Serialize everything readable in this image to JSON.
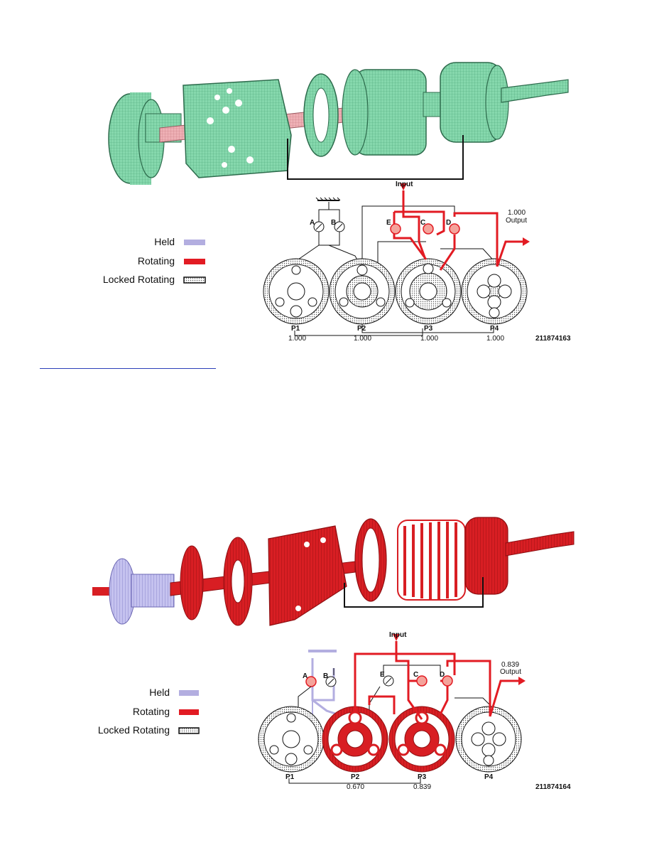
{
  "colors": {
    "held": "#b3aee0",
    "rotating": "#e21b23",
    "locked_rotating_fill": "#cfcfcf",
    "green_part": "#7fd3a8",
    "shaft_pink": "#e9a7ad",
    "red_part": "#d81e23",
    "held_part": "#c5c2ef"
  },
  "legend": {
    "held": "Held",
    "rotating": "Rotating",
    "locked_rotating": "Locked Rotating"
  },
  "figure1": {
    "input_label": "Input",
    "output_label": "Output",
    "output_ratio": "1.000",
    "clutches": [
      "A",
      "B",
      "E",
      "C",
      "D"
    ],
    "planetary_labels": [
      "P1",
      "P2",
      "P3",
      "P4"
    ],
    "planetary_values": [
      "1.000",
      "1.000",
      "1.000",
      "1.000"
    ],
    "figure_id": "211874163"
  },
  "figure2": {
    "input_label": "Input",
    "output_label": "Output",
    "output_ratio": "0.839",
    "clutches": [
      "A",
      "B",
      "E",
      "C",
      "D"
    ],
    "planetary_labels": [
      "P1",
      "P2",
      "P3",
      "P4"
    ],
    "planetary_values": [
      "",
      "0.670",
      "0.839",
      ""
    ],
    "figure_id": "211874164"
  }
}
